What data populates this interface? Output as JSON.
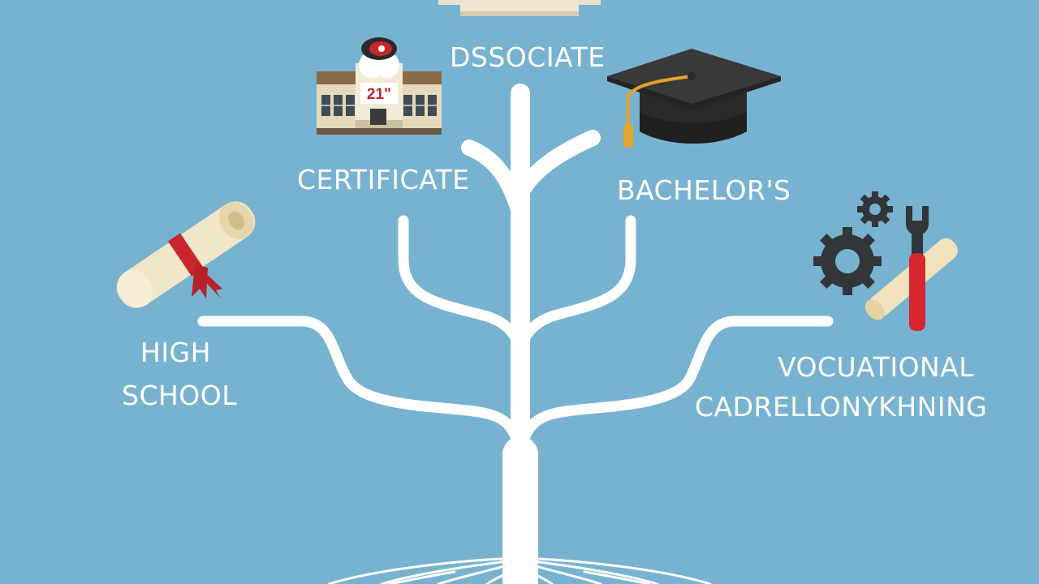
{
  "diagram": {
    "background_color": "#77b3d0",
    "branch_color": "#ffffff",
    "labels": {
      "associate": "DSSOCIATE",
      "certificate": "CERTIFICATE",
      "bachelors": "BACHELOR'S",
      "high_school_line1": "HIGH",
      "high_school_line2": "SCHOOL",
      "vocational_line1": "VOCUATIONAL",
      "vocational_line2": "CADRELLONYKHNING"
    },
    "building_sign": "21\"",
    "icons": {
      "top": "plaque-icon",
      "certificate": "school-building-icon",
      "bachelors": "graduation-cap-icon",
      "high_school": "diploma-scroll-icon",
      "vocational": "gears-wrench-icon"
    }
  }
}
